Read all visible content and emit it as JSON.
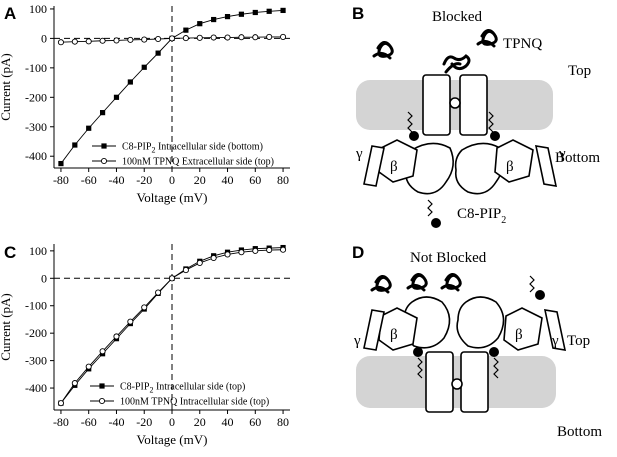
{
  "figure": {
    "panels": {
      "A": "A",
      "B": "B",
      "C": "C",
      "D": "D"
    },
    "panel_b": {
      "title": "Blocked",
      "toxin_label": "TPNQ",
      "top_label": "Top",
      "bottom_label": "Bottom",
      "pip2_label": "C8-PIP",
      "pip2_sub": "2",
      "beta": "β",
      "gamma": "γ"
    },
    "panel_d": {
      "title": "Not Blocked",
      "top_label": "Top",
      "bottom_label": "Bottom",
      "beta": "β",
      "gamma": "γ"
    },
    "colors": {
      "ink": "#000000",
      "membrane": "#d4d4d4"
    }
  },
  "chart_data": [
    {
      "panel": "A",
      "type": "line",
      "xlabel": "Voltage (mV)",
      "ylabel": "Current (pA)",
      "xlim": [
        -85,
        85
      ],
      "ylim": [
        -440,
        110
      ],
      "xticks": [
        -80,
        -60,
        -40,
        -20,
        0,
        20,
        40,
        60,
        80
      ],
      "yticks": [
        -400,
        -300,
        -200,
        -100,
        0,
        100
      ],
      "x": [
        -80,
        -70,
        -60,
        -50,
        -40,
        -30,
        -20,
        -10,
        0,
        10,
        20,
        30,
        40,
        50,
        60,
        70,
        80
      ],
      "series": [
        {
          "name": "C8-PIP",
          "name_sub": "2",
          "name_rest": " Intracellular side (bottom)",
          "marker": "filled-square",
          "values": [
            -425,
            -362,
            -305,
            -252,
            -200,
            -148,
            -98,
            -50,
            0,
            28,
            50,
            64,
            74,
            82,
            88,
            92,
            95
          ]
        },
        {
          "name": "100nM TPNQ Extracellular side (top)",
          "marker": "open-circle",
          "values": [
            -13,
            -11,
            -10,
            -8,
            -7,
            -5,
            -4,
            -2,
            0,
            1,
            2,
            3,
            3,
            4,
            4,
            5,
            5
          ]
        }
      ]
    },
    {
      "panel": "C",
      "type": "line",
      "xlabel": "Voltage (mV)",
      "ylabel": "Current (pA)",
      "xlim": [
        -85,
        85
      ],
      "ylim": [
        -480,
        125
      ],
      "xticks": [
        -80,
        -60,
        -40,
        -20,
        0,
        20,
        40,
        60,
        80
      ],
      "yticks": [
        -400,
        -300,
        -200,
        -100,
        0,
        100
      ],
      "x": [
        -80,
        -70,
        -60,
        -50,
        -40,
        -30,
        -20,
        -10,
        0,
        10,
        20,
        30,
        40,
        50,
        60,
        70,
        80
      ],
      "series": [
        {
          "name": "C8-PIP",
          "name_sub": "2",
          "name_rest": " Intracellular side (top)",
          "marker": "filled-square",
          "values": [
            -455,
            -390,
            -330,
            -275,
            -220,
            -165,
            -112,
            -55,
            0,
            34,
            62,
            82,
            95,
            103,
            108,
            110,
            112
          ]
        },
        {
          "name": "100nM TPNQ Intracellular side (top)",
          "marker": "open-circle",
          "values": [
            -455,
            -382,
            -322,
            -266,
            -212,
            -158,
            -106,
            -52,
            0,
            30,
            56,
            74,
            87,
            95,
            100,
            103,
            104
          ]
        }
      ]
    }
  ]
}
